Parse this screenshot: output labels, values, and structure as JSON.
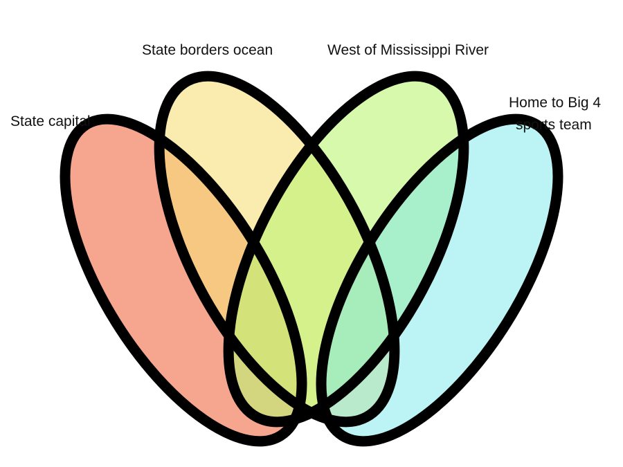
{
  "sets": [
    {
      "label": "State capital",
      "color": "#f4977a"
    },
    {
      "label": "State borders ocean",
      "color": "#f6e07a"
    },
    {
      "label": "West of Mississippi River",
      "color": "#bdf574"
    },
    {
      "label": "Home to Big 4 sports team",
      "label_lines": [
        "Home to Big 4",
        "sports team"
      ],
      "color": "#79e8ea"
    }
  ],
  "outline_color": "#000000"
}
